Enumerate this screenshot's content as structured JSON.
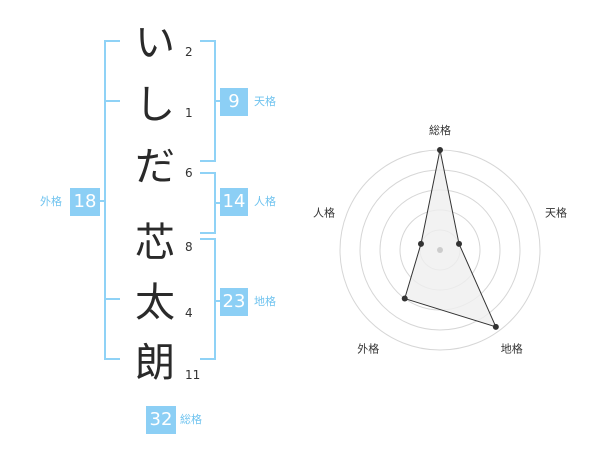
{
  "name_chars": [
    {
      "char": "い",
      "strokes": "2"
    },
    {
      "char": "し",
      "strokes": "1"
    },
    {
      "char": "だ",
      "strokes": "6"
    },
    {
      "char": "芯",
      "strokes": "8"
    },
    {
      "char": "太",
      "strokes": "4"
    },
    {
      "char": "朗",
      "strokes": "11"
    }
  ],
  "scores": {
    "tenkaku": {
      "value": "9",
      "label": "天格"
    },
    "jinkaku": {
      "value": "14",
      "label": "人格"
    },
    "chikaku": {
      "value": "23",
      "label": "地格"
    },
    "gaikaku": {
      "value": "18",
      "label": "外格"
    },
    "soukaku": {
      "value": "32",
      "label": "総格"
    }
  },
  "radar": {
    "axes": [
      "総格",
      "天格",
      "地格",
      "外格",
      "人格"
    ],
    "values": [
      1.0,
      0.2,
      0.95,
      0.6,
      0.2
    ],
    "colors": {
      "ring": "#d6d6d6",
      "fill": "#efefef",
      "line": "#333333",
      "point": "#333333",
      "center": "#cccccc"
    }
  }
}
